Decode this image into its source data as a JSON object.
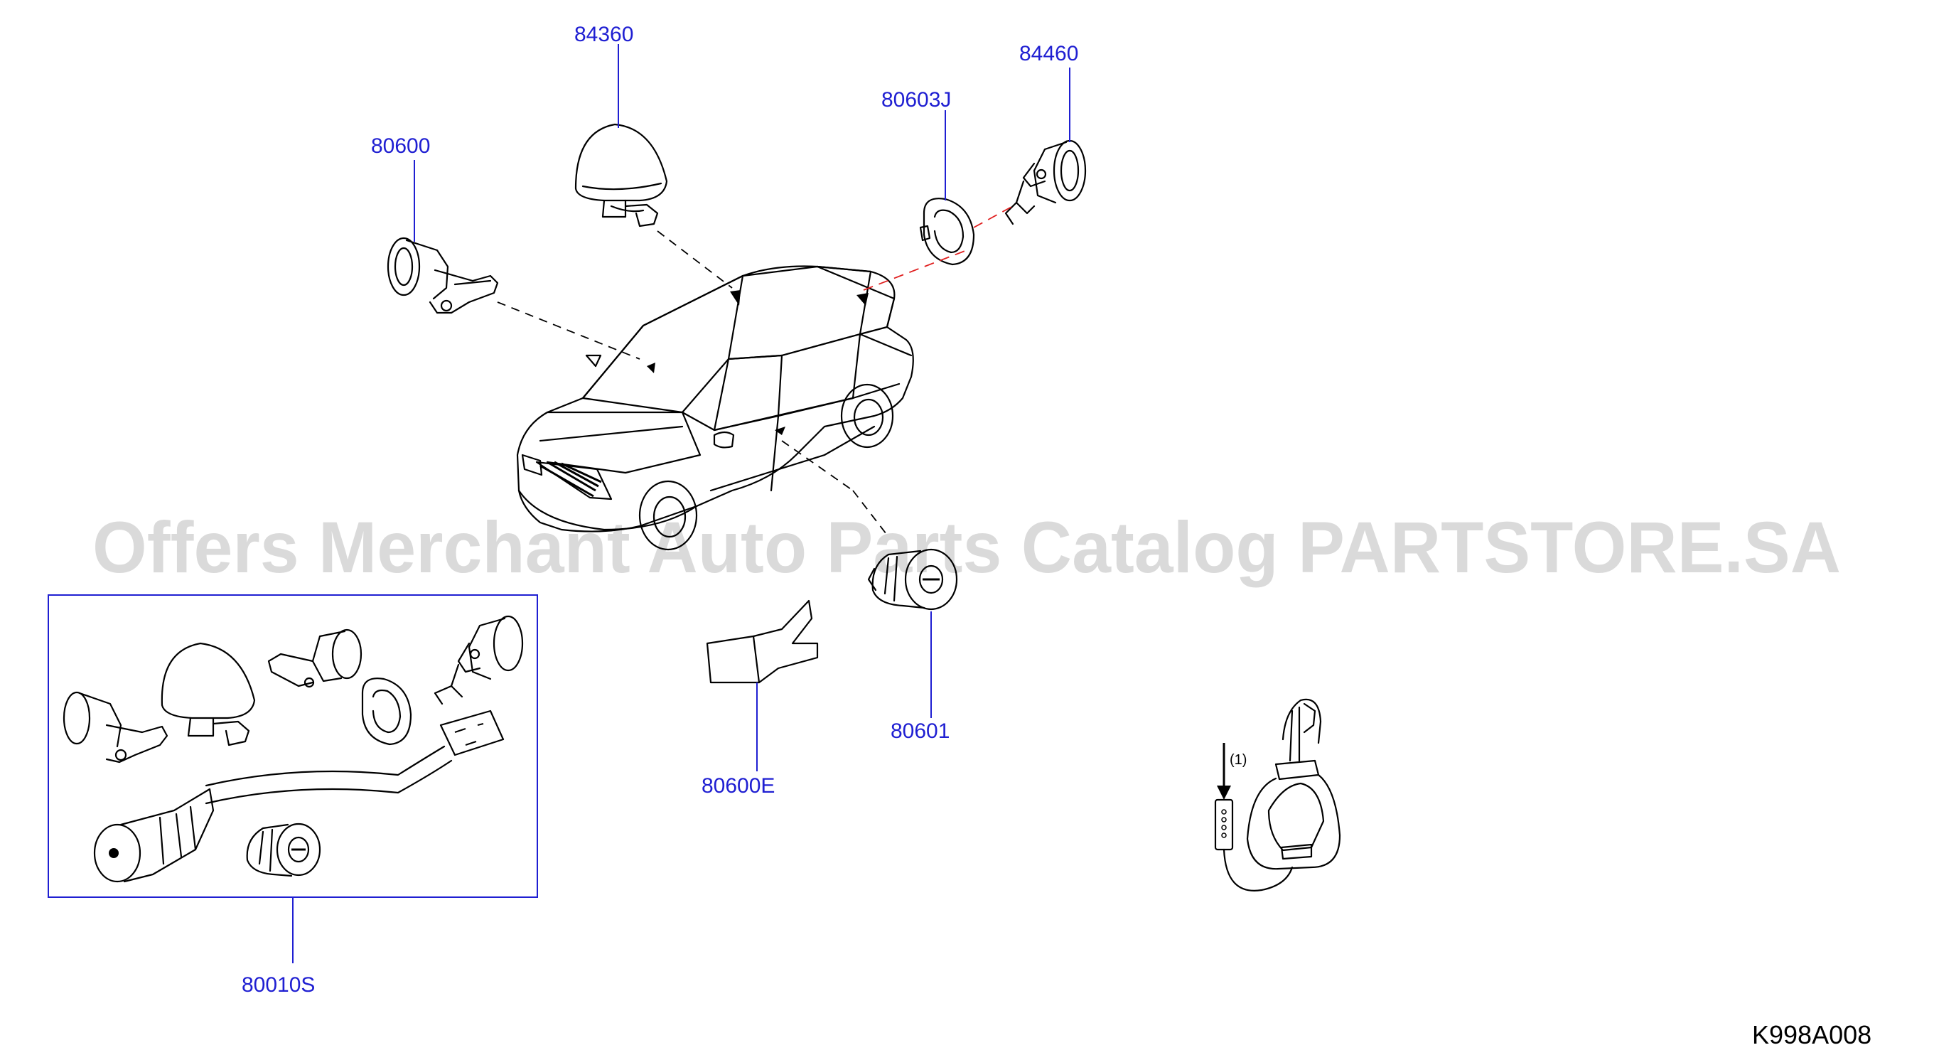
{
  "labels": {
    "p84360": "84360",
    "p84460": "84460",
    "p80603j": "80603J",
    "p80600": "80600",
    "p80601": "80601",
    "p80600e": "80600E",
    "p80010s": "80010S"
  },
  "key_note": "(1)",
  "diagram_code": "K998A008",
  "watermark": "Offers Merchant Auto Parts Catalog PARTSTORE.SA",
  "colors": {
    "label": "#1f1fd2",
    "leader": "#1f1fd2",
    "guide_red": "#e02020"
  }
}
